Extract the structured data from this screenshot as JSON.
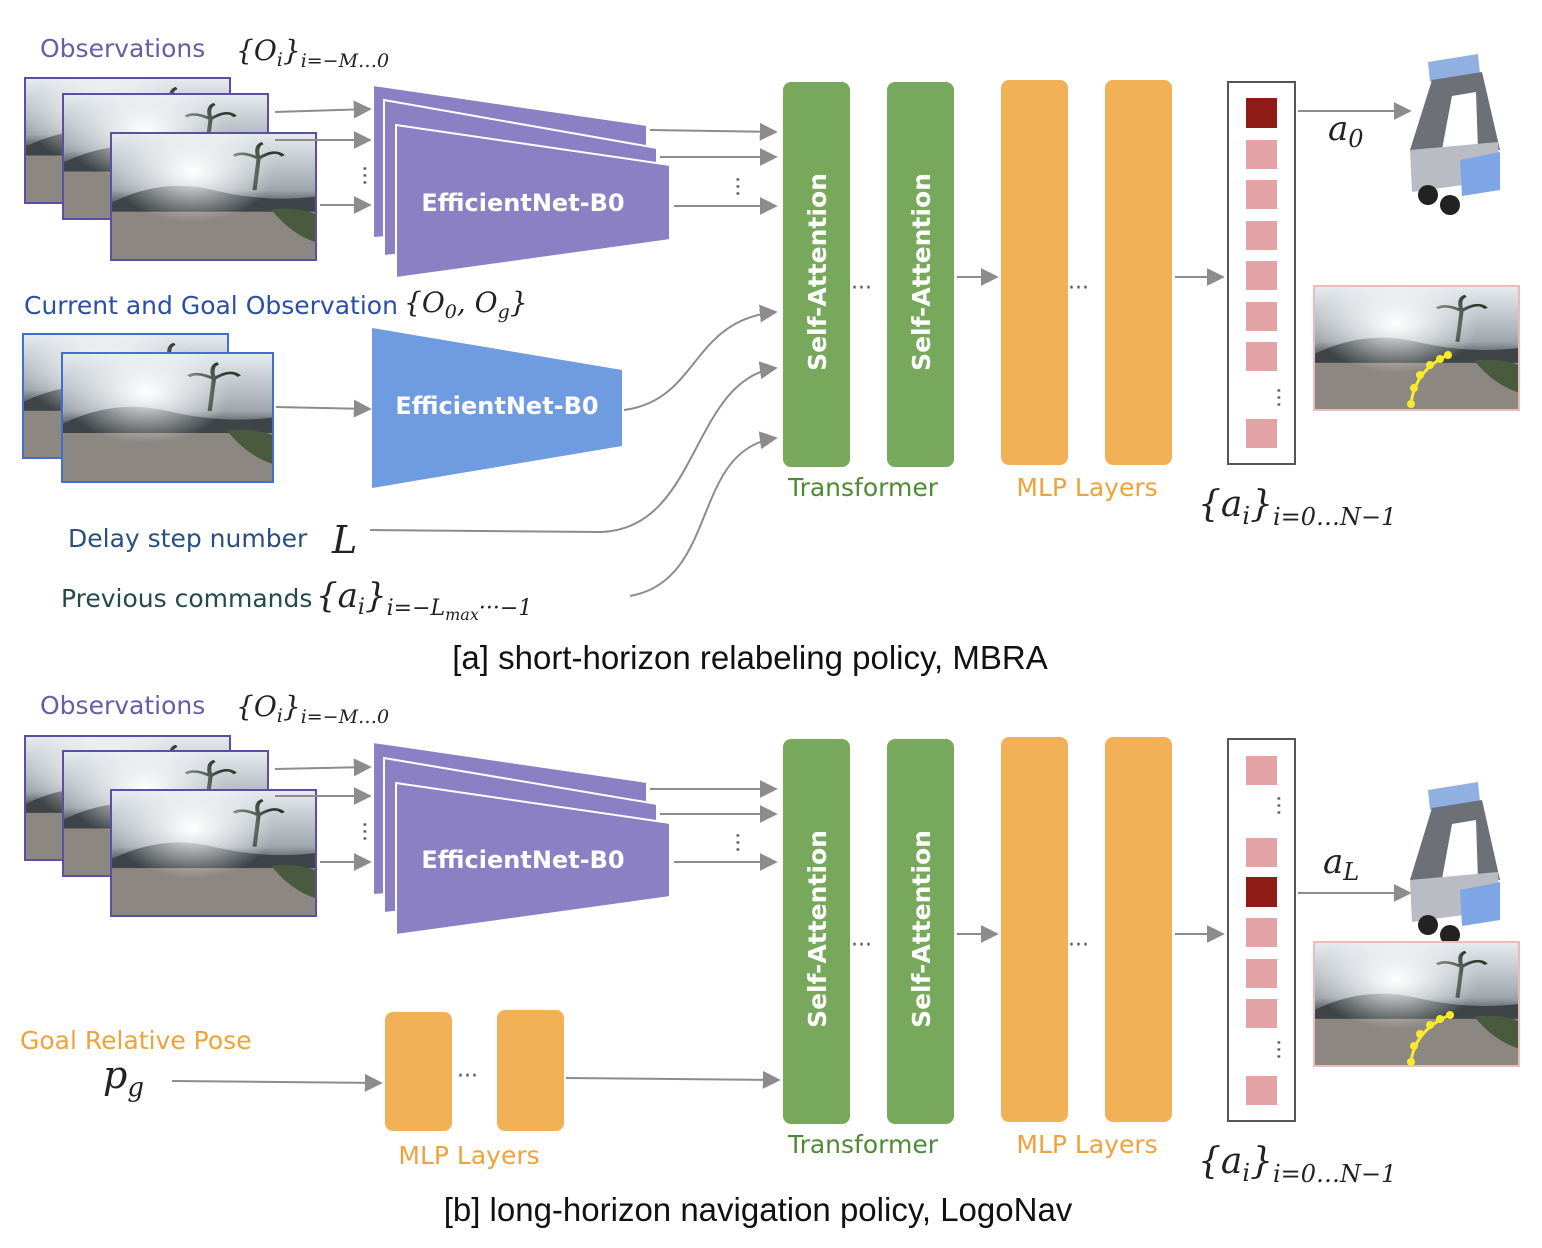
{
  "panel_a": {
    "observations_label": "Observations",
    "observations_math": "{O",
    "observations_sub": "i=−M…0",
    "current_goal_label": "Current and Goal Observation",
    "current_goal_math": "{O",
    "current_goal_math_rest": ", O",
    "delay_label": "Delay step number",
    "delay_math": "L",
    "prev_cmd_label": "Previous commands",
    "prev_cmd_math": "{a",
    "prev_cmd_sub": "i=−L",
    "prev_cmd_sub_max": "max",
    "prev_cmd_sub_rest": "···−1",
    "encoder_obs": "EfficientNet-B0",
    "encoder_goal": "EfficientNet-B0",
    "self_attention_1": "Self-Attention",
    "self_attention_2": "Self-Attention",
    "transformer_label": "Transformer",
    "mlp_label": "MLP Layers",
    "output_math": "{a",
    "output_sub": "i=0…N−1",
    "action_math": "a",
    "action_sub": "0",
    "caption": "[a] short-horizon relabeling policy, MBRA"
  },
  "panel_b": {
    "observations_label": "Observations",
    "observations_math": "{O",
    "observations_sub": "i=−M…0",
    "goal_pose_label": "Goal Relative Pose",
    "goal_pose_math": "p",
    "goal_pose_sub": "g",
    "encoder_obs": "EfficientNet-B0",
    "self_attention_1": "Self-Attention",
    "self_attention_2": "Self-Attention",
    "transformer_label": "Transformer",
    "mlp_label_top": "MLP Layers",
    "mlp_label_bottom": "MLP Layers",
    "output_math": "{a",
    "output_sub": "i=0…N−1",
    "action_math": "a",
    "action_sub": "L",
    "caption": "[b] long-horizon navigation policy, LogoNav"
  },
  "colors": {
    "purple_label": "#6c5aa8",
    "blue_label": "#2a4fa3",
    "dark_teal_label": "#244a4f",
    "encoder_purple": "#8b80c4",
    "encoder_blue": "#6f9be0",
    "transformer_green": "#77a85b",
    "mlp_orange": "#f2b057",
    "token_pink": "#e3a3a4",
    "token_active": "#8f1b15",
    "trajectory_yellow": "#f6ea2a"
  },
  "icons": [
    "camera-frame-icon",
    "robot-icon",
    "trajectory-preview-icon"
  ]
}
